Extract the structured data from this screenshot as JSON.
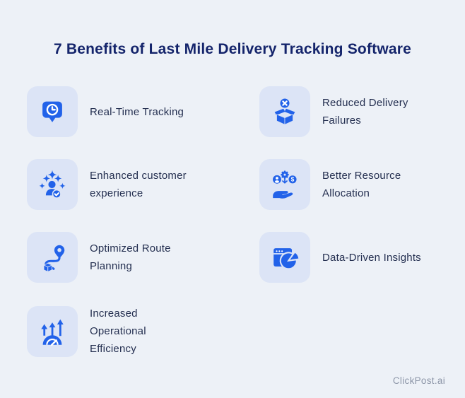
{
  "page": {
    "title": "7 Benefits of Last Mile Delivery Tracking Software",
    "brand": "ClickPost.ai",
    "colors": {
      "bg": "#edf1f7",
      "tile": "#dce4f6",
      "blue": "#2262e9",
      "navy": "#14246b",
      "text": "#242f50",
      "gray": "#8d96a8"
    }
  },
  "benefits": [
    {
      "label": "Real-Time Tracking",
      "lines": [
        "Real-Time Tracking"
      ],
      "icon": "clock-chat-bubble-icon"
    },
    {
      "label": "Reduced Delivery Failures",
      "lines": [
        "Reduced Delivery",
        "Failures"
      ],
      "icon": "open-box-error-icon"
    },
    {
      "label": "Enhanced customer experience",
      "lines": [
        "Enhanced customer",
        "experience"
      ],
      "icon": "customer-rating-stars-icon"
    },
    {
      "label": "Better Resource Allocation",
      "lines": [
        "Better Resource",
        "Allocation"
      ],
      "icon": "hand-holding-resources-icon"
    },
    {
      "label": "Optimized Route Planning",
      "lines": [
        "Optimized Route",
        "Planning"
      ],
      "icon": "route-map-pin-icon"
    },
    {
      "label": "Data-Driven Insights",
      "lines": [
        "Data-Driven Insights"
      ],
      "icon": "browser-pie-chart-icon"
    },
    {
      "label": "Increased Operational Efficiency",
      "lines": [
        "Increased",
        "Operational",
        "Efficiency"
      ],
      "icon": "growth-gauge-arrows-icon"
    }
  ]
}
